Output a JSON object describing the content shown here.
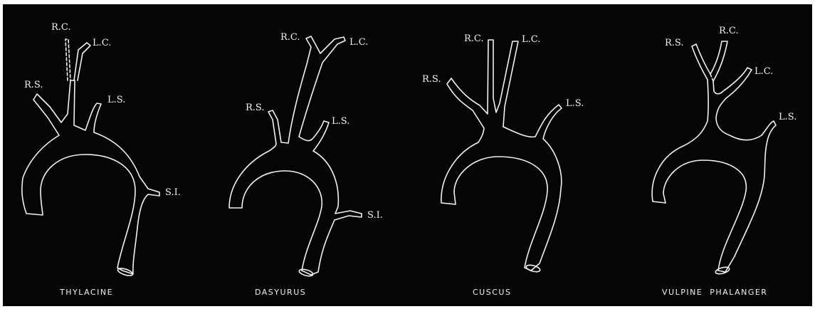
{
  "figure": {
    "panels": [
      {
        "caption": "THYLACINE",
        "labels": {
          "rc": "R.C.",
          "lc": "L.C.",
          "rs": "R.S.",
          "ls": "L.S.",
          "si": "S.I."
        }
      },
      {
        "caption": "DASYURUS",
        "labels": {
          "rc": "R.C.",
          "lc": "L.C.",
          "rs": "R.S.",
          "ls": "L.S.",
          "si": "S.I."
        }
      },
      {
        "caption": "CUSCUS",
        "labels": {
          "rc": "R.C.",
          "lc": "L.C.",
          "rs": "R.S.",
          "ls": "L.S."
        }
      },
      {
        "caption": "VULPINE  PHALANGER",
        "labels": {
          "rc": "R.C.",
          "lc": "L.C.",
          "rs": "R.S.",
          "ls": "L.S."
        }
      }
    ],
    "colors": {
      "background": "#050505",
      "line": "#f2f2f2"
    }
  }
}
